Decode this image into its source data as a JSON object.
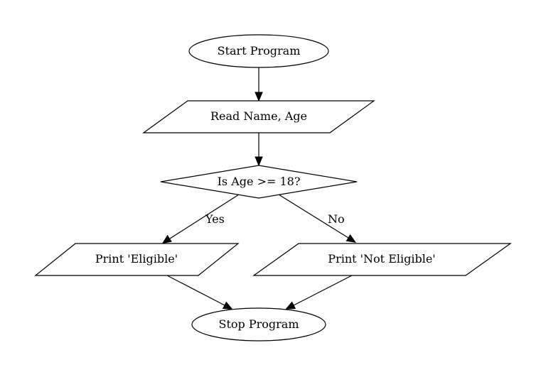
{
  "diagram": {
    "nodes": {
      "start": {
        "label": "Start Program",
        "shape": "ellipse"
      },
      "read": {
        "label": "Read Name, Age",
        "shape": "parallelogram"
      },
      "check": {
        "label": "Is Age >= 18?",
        "shape": "diamond"
      },
      "eligible": {
        "label": "Print 'Eligible'",
        "shape": "parallelogram"
      },
      "not_eligible": {
        "label": "Print 'Not Eligible'",
        "shape": "parallelogram"
      },
      "stop": {
        "label": "Stop Program",
        "shape": "ellipse"
      }
    },
    "edges": [
      {
        "from": "start",
        "to": "read",
        "label": ""
      },
      {
        "from": "read",
        "to": "check",
        "label": ""
      },
      {
        "from": "check",
        "to": "eligible",
        "label": "Yes"
      },
      {
        "from": "check",
        "to": "not_eligible",
        "label": "No"
      },
      {
        "from": "eligible",
        "to": "stop",
        "label": ""
      },
      {
        "from": "not_eligible",
        "to": "stop",
        "label": ""
      }
    ]
  }
}
